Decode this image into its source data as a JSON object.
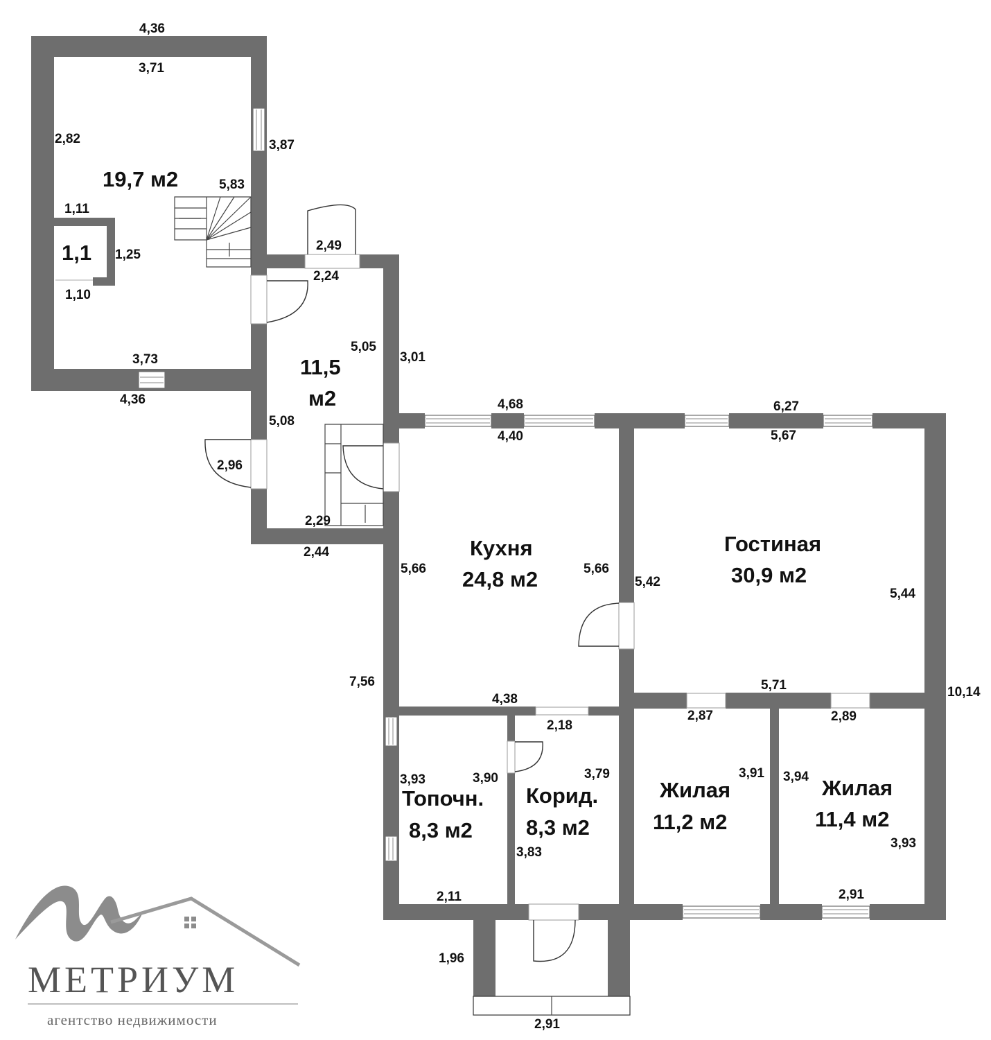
{
  "dimensions": {
    "top_outer": "4,36",
    "top_inner": "3,71",
    "left_wall": "2,82",
    "window_right": "3,87",
    "stair_len": "5,83",
    "closet_top": "1,11",
    "closet_side": "1,25",
    "closet_bottom": "1,10",
    "hall_top_outer": "2,49",
    "hall_top_inner": "2,24",
    "hall_right_inner": "5,05",
    "hall_right_outer": "3,01",
    "room1_bottom_inner": "3,73",
    "room1_bottom_outer": "4,36",
    "hall_left": "5,08",
    "door_left": "2,96",
    "hall_bottom_inner": "2,29",
    "hall_bottom_outer": "2,44",
    "kitchen_top_outer": "4,68",
    "kitchen_top_inner": "4,40",
    "living_top_outer": "6,27",
    "living_top_inner": "5,67",
    "kitchen_left": "5,66",
    "kitchen_right": "5,66",
    "living_left": "5,42",
    "living_right": "5,44",
    "total_left": "7,56",
    "total_right": "10,14",
    "kitchen_bottom": "4,38",
    "living_bottom": "5,71",
    "door_corr": "2,18",
    "bed1_top": "2,87",
    "bed2_top": "2,89",
    "boiler_left": "3,93",
    "boiler_right": "3,90",
    "corr_right": "3,79",
    "corr_left": "3,83",
    "bed1_right": "3,91",
    "bed2_left": "3,94",
    "bed2_right": "3,93",
    "boiler_bottom": "2,11",
    "bed2_bottom": "2,91",
    "porch_side": "1,96",
    "porch_bottom": "2,91"
  },
  "rooms": {
    "room1": {
      "area": "19,7 м2"
    },
    "closet": {
      "area": "1,1"
    },
    "hall": {
      "area_line1": "11,5",
      "area_line2": "м2"
    },
    "kitchen": {
      "name": "Кухня",
      "area": "24,8 м2"
    },
    "living": {
      "name": "Гостиная",
      "area": "30,9 м2"
    },
    "boiler": {
      "name": "Топочн.",
      "area": "8,3 м2"
    },
    "corridor": {
      "name": "Корид.",
      "area": "8,3 м2"
    },
    "bedroom1": {
      "name": "Жилая",
      "area": "11,2 м2"
    },
    "bedroom2": {
      "name": "Жилая",
      "area": "11,4 м2"
    }
  },
  "logo": {
    "name": "МЕТРИУМ",
    "tagline": "агентство недвижимости",
    "color": "#555555"
  },
  "colors": {
    "wall": "#6e6e6e"
  }
}
